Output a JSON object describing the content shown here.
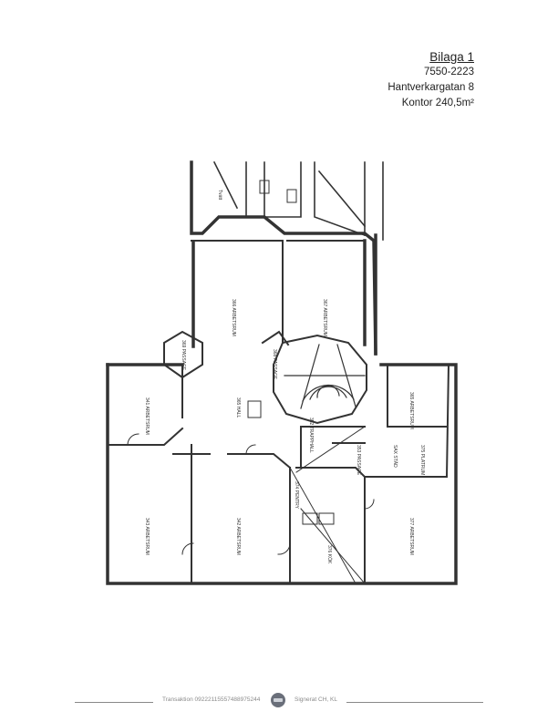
{
  "header": {
    "title": "Bilaga 1",
    "reference": "7550-2223",
    "address": "Hantverkargatan 8",
    "area": "Kontor 240,5m²"
  },
  "floorplan": {
    "rooms": [
      {
        "number": "366",
        "name": "ARBETSRUM"
      },
      {
        "number": "367",
        "name": "ARBETSRUM"
      },
      {
        "number": "341",
        "name": "ARBETSRUM"
      },
      {
        "number": "343",
        "name": "ARBETSRUM"
      },
      {
        "number": "342",
        "name": "ARBETSRUM"
      },
      {
        "number": "377",
        "name": "ARBETSRUM"
      },
      {
        "number": "365",
        "name": "HALL"
      },
      {
        "number": "365",
        "name": "ARBETSRUM"
      },
      {
        "number": "368",
        "name": "PASSAGE"
      },
      {
        "number": "369",
        "name": "PASSAGE"
      },
      {
        "number": "352",
        "name": "TRAPPHALL"
      },
      {
        "number": "353",
        "name": "PASSAGE"
      },
      {
        "number": "374",
        "name": "PENTRY"
      },
      {
        "number": "376",
        "name": "KÖK"
      },
      {
        "number": "375",
        "name": "PLATRUM"
      },
      {
        "number": "SAX",
        "name": "STÄD"
      },
      {
        "number": "",
        "name": "Tvätt"
      }
    ]
  },
  "footer": {
    "transaction": "Transaktion 09222115557488975244",
    "signed": "Signerat CH, KL"
  },
  "colors": {
    "ink": "#222222",
    "footer_text": "#8a8a8a",
    "seal": "#6a6f7a"
  }
}
